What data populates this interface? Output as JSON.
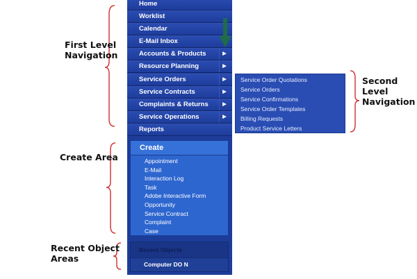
{
  "annotations": {
    "first_level": [
      "First Level",
      "Navigation"
    ],
    "create_area": "Create Area",
    "recent_object": [
      "Recent Object",
      "Areas"
    ],
    "second_level": [
      "Second Level",
      "Navigation"
    ]
  },
  "nav": {
    "home": "Home",
    "items": [
      {
        "label": "Worklist",
        "has_submenu": false
      },
      {
        "label": "Calendar",
        "has_submenu": false
      },
      {
        "label": "E-Mail Inbox",
        "has_submenu": false
      },
      {
        "label": "Accounts & Products",
        "has_submenu": true
      },
      {
        "label": "Resource Planning",
        "has_submenu": true
      },
      {
        "label": "Service Orders",
        "has_submenu": true
      },
      {
        "label": "Service Contracts",
        "has_submenu": true
      },
      {
        "label": "Complaints & Returns",
        "has_submenu": true
      },
      {
        "label": "Service Operations",
        "has_submenu": true
      },
      {
        "label": "Reports",
        "has_submenu": false
      }
    ],
    "submenu_arrow": "▶"
  },
  "flyout": [
    "Service Order Quotations",
    "Service Orders",
    "Service Confirmations",
    "Service Order Templates",
    "Billing Requests",
    "Product Service Letters"
  ],
  "create": {
    "title": "Create",
    "items": [
      "Appointment",
      "E-Mail",
      "Interaction Log",
      "Task",
      "Adobe Interactive Form",
      "Opportunity",
      "Service Contract",
      "Complaint",
      "Case"
    ]
  },
  "recent": {
    "title": "Recent Objects",
    "items": [
      "Computer DO N"
    ]
  },
  "colors": {
    "sidebar": "#1d3c9a",
    "create": "#2e66cf",
    "bracket": "#d33a3a",
    "arrow": "#1f6b4a"
  }
}
